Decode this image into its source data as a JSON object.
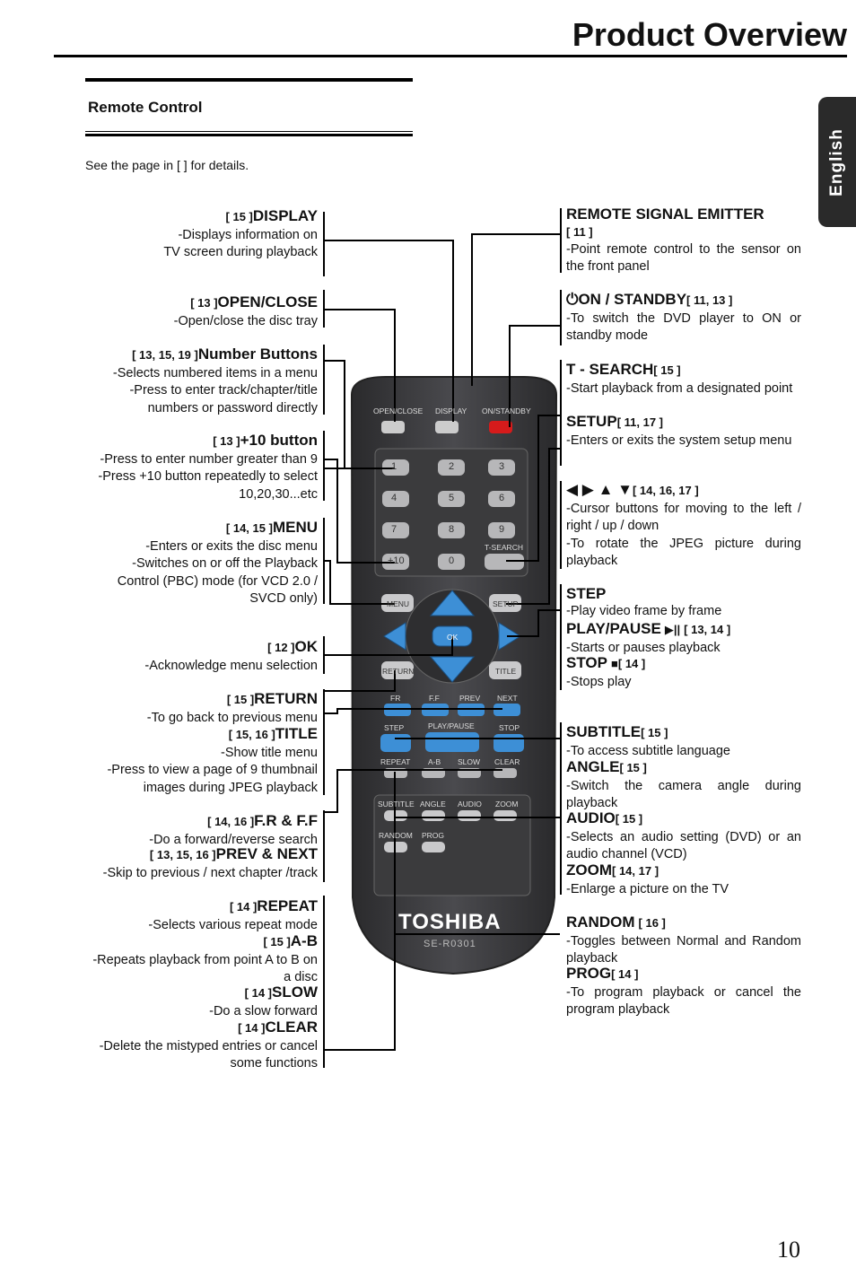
{
  "header": {
    "title": "Product Overview",
    "language_tab": "English",
    "page_number": "10"
  },
  "section": {
    "title": "Remote Control",
    "note": "See the page in [   ] for details."
  },
  "left": [
    {
      "ref": "[ 15 ]",
      "name": "DISPLAY",
      "desc": [
        "-Displays information on",
        "TV screen during playback"
      ]
    },
    {
      "ref": "[ 13 ]",
      "name": "OPEN/CLOSE",
      "desc": [
        "-Open/close the disc tray"
      ]
    },
    {
      "ref": "[ 13, 15, 19 ]",
      "name": "Number Buttons",
      "desc": [
        "-Selects numbered items in a menu",
        "-Press to enter track/chapter/title",
        "numbers or password directly"
      ]
    },
    {
      "ref": "[ 13 ]",
      "name": "+10 button",
      "desc": [
        "-Press to enter number greater than 9",
        "-Press +10 button repeatedly to select",
        "10,20,30...etc"
      ]
    },
    {
      "ref": "[ 14, 15 ]",
      "name": "MENU",
      "desc": [
        "-Enters or exits the disc menu",
        "-Switches on or off the Playback",
        "Control (PBC) mode (for VCD 2.0 /",
        "SVCD only)"
      ]
    },
    {
      "ref": "[ 12 ]",
      "name": "OK",
      "desc": [
        "-Acknowledge menu selection"
      ]
    },
    {
      "ref": "[ 15 ]",
      "name": "RETURN",
      "desc": [
        "-To go back to previous menu"
      ]
    },
    {
      "ref": "[ 15, 16 ]",
      "name": "TITLE",
      "desc": [
        "-Show title menu",
        "-Press to view a page of 9 thumbnail",
        "images during JPEG playback"
      ]
    },
    {
      "ref": "[ 14, 16 ]",
      "name": "F.R & F.F",
      "desc": [
        "-Do a forward/reverse search"
      ]
    },
    {
      "ref": "[ 13, 15, 16 ]",
      "name": "PREV & NEXT",
      "desc": [
        "-Skip to previous / next chapter /track"
      ]
    },
    {
      "ref": "[ 14 ]",
      "name": "REPEAT",
      "desc": [
        "-Selects various repeat mode"
      ]
    },
    {
      "ref": "[ 15 ]",
      "name": "A-B",
      "desc": [
        "-Repeats playback from point A to B on",
        "a disc"
      ]
    },
    {
      "ref": "[ 14 ]",
      "name": "SLOW",
      "desc": [
        "-Do a slow forward"
      ]
    },
    {
      "ref": "[ 14 ]",
      "name": "CLEAR",
      "desc": [
        "-Delete  the mistyped entries or cancel",
        "some functions"
      ]
    }
  ],
  "right": [
    {
      "name": "REMOTE SIGNAL EMITTER",
      "ref": "[ 11 ]",
      "desc": "-Point remote control to the sensor on the front panel"
    },
    {
      "name": "ON / STANDBY",
      "ref": "[ 11, 13 ]",
      "desc": "-To switch the DVD player to ON or standby mode"
    },
    {
      "name": "T - SEARCH",
      "ref": "[ 15 ]",
      "desc": "-Start playback from a designated point"
    },
    {
      "name": "SETUP",
      "ref": "[ 11, 17 ]",
      "desc": "-Enters or exits the system setup menu"
    },
    {
      "name": "◀ ▶ ▲ ▼",
      "ref": "[ 14, 16, 17 ]",
      "desc": "-Cursor buttons for moving to the left / right / up / down",
      "desc2": "-To rotate the JPEG picture during playback"
    },
    {
      "name": "STEP",
      "ref": "",
      "desc": "-Play video frame by frame"
    },
    {
      "name": "PLAY/PAUSE",
      "ref": "[ 13, 14 ]",
      "desc": "-Starts or pauses playback"
    },
    {
      "name": "STOP",
      "ref": "[ 14 ]",
      "desc": "-Stops play"
    },
    {
      "name": "SUBTITLE",
      "ref": "[ 15 ]",
      "desc": "-To access subtitle language"
    },
    {
      "name": "ANGLE",
      "ref": "[ 15 ]",
      "desc": "-Switch the camera angle during playback"
    },
    {
      "name": "AUDIO",
      "ref": "[ 15 ]",
      "desc": "-Selects an audio setting (DVD) or an audio channel (VCD)"
    },
    {
      "name": "ZOOM",
      "ref": "[ 14, 17 ]",
      "desc": "-Enlarge a picture on the TV"
    },
    {
      "name": "RANDOM",
      "ref": "[ 16 ]",
      "desc": "-Toggles between Normal and Random playback"
    },
    {
      "name": "PROG",
      "ref": "[ 14 ]",
      "desc": "-To program playback or cancel the program playback"
    }
  ],
  "remote": {
    "brand": "TOSHIBA",
    "model": "SE-R0301",
    "top_labels": [
      "OPEN/CLOSE",
      "DISPLAY",
      "ON/STANDBY"
    ],
    "digits": [
      "1",
      "2",
      "3",
      "4",
      "5",
      "6",
      "7",
      "8",
      "9",
      "+10",
      "0"
    ],
    "tsearch": "T-SEARCH",
    "menu": "MENU",
    "setup": "SETUP",
    "ok": "OK",
    "return": "RETURN",
    "title": "TITLE",
    "transport": [
      "FR",
      "F.F",
      "PREV",
      "NEXT"
    ],
    "row2": [
      "STEP",
      "PLAY/PAUSE",
      "STOP"
    ],
    "row3": [
      "REPEAT",
      "A-B",
      "SLOW",
      "CLEAR"
    ],
    "row4": [
      "SUBTITLE",
      "ANGLE",
      "AUDIO",
      "ZOOM"
    ],
    "row5": [
      "RANDOM",
      "PROG"
    ],
    "colors": {
      "body": "#3a3a3c",
      "nav_blue": "#3d8fd6",
      "power_red": "#d61b1b"
    }
  }
}
